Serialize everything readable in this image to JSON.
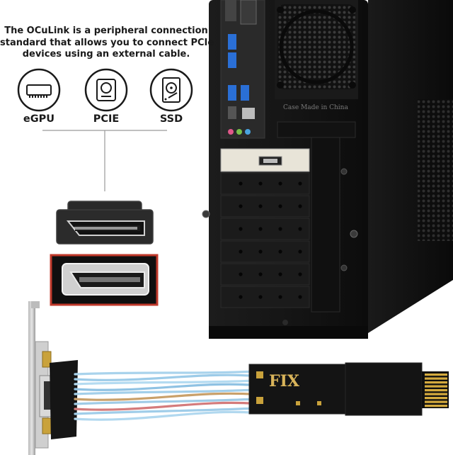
{
  "headline": {
    "line1": "The OCuLink is a peripheral connection",
    "line2": "standard that allows you to connect PCIe",
    "line3": "devices using an external cable."
  },
  "icons": [
    {
      "label": "eGPU",
      "icon": "egpu-icon"
    },
    {
      "label": "PCIE",
      "icon": "pcie-card-icon"
    },
    {
      "label": "SSD",
      "icon": "hard-drive-icon"
    }
  ],
  "case_text": "Case Made in China",
  "colors": {
    "case_black": "#141414",
    "callout_red": "#c0392b",
    "cable_blue": "#9fcbe6",
    "text": "#1a1a1a"
  }
}
